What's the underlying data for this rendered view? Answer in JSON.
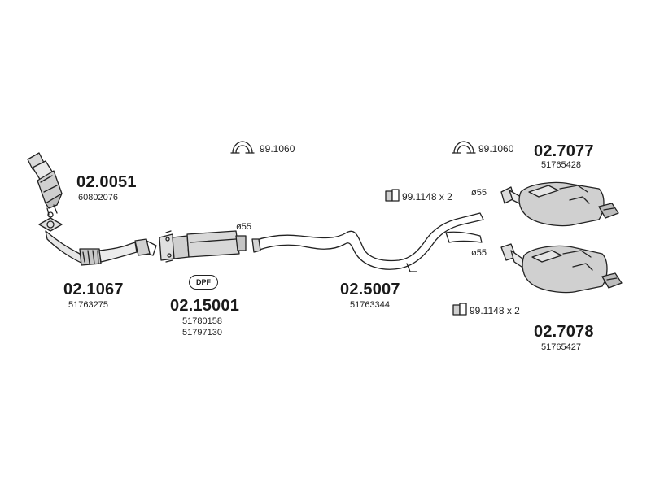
{
  "parts": {
    "cat": {
      "code": "02.0051",
      "ref": "60802076"
    },
    "front_pipe": {
      "code": "02.1067",
      "ref": "51763275"
    },
    "dpf": {
      "badge": "DPF",
      "code": "02.15001",
      "ref1": "51780158",
      "ref2": "51797130",
      "diameter": "ø55"
    },
    "mid_pipe": {
      "code": "02.5007",
      "ref": "51763344"
    },
    "rear_muffler_top": {
      "code": "02.7077",
      "ref": "51765428",
      "diameter": "ø55"
    },
    "rear_muffler_bottom": {
      "code": "02.7078",
      "ref": "51765427",
      "diameter": "ø55"
    }
  },
  "clamps": {
    "clamp_a": "99.1060",
    "clamp_b": "99.1060",
    "bracket_top": "99.1148 x 2",
    "bracket_bottom": "99.1148 x 2"
  },
  "icons": {
    "clamp": "u-clamp-icon",
    "bracket": "rubber-hanger-icon"
  },
  "colors": {
    "line": "#222222",
    "part_fill": "#d8d8d8",
    "text": "#1a1a1a"
  }
}
